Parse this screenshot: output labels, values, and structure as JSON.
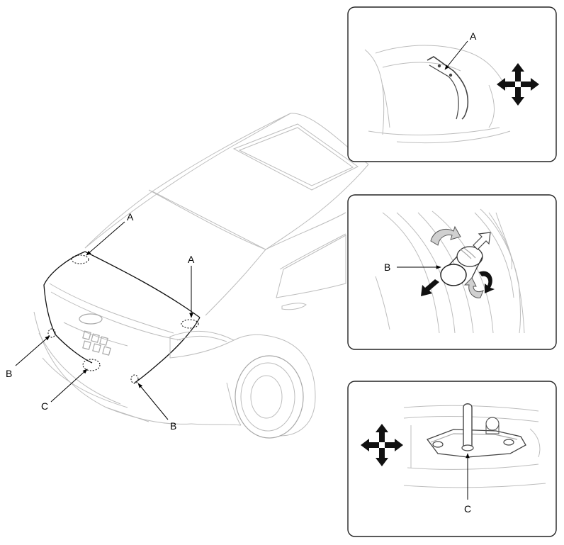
{
  "callouts": {
    "main_a_left": "A",
    "main_a_right": "A",
    "main_b_left": "B",
    "main_b_bottom": "B",
    "main_c": "C",
    "inset1_a": "A",
    "inset2_b": "B",
    "inset3_c": "C"
  },
  "icons": {
    "move_arrows": "four-way-move-arrows-icon",
    "rotate_arrows": "rotation-arrows-icon"
  },
  "colors": {
    "line_art": "#bdbdbd",
    "outline": "#111111",
    "arrow_fill": "#111111"
  }
}
